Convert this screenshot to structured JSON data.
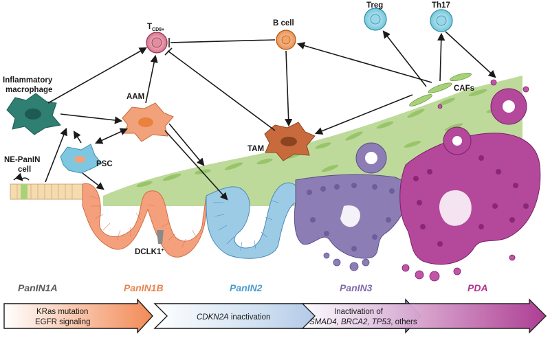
{
  "labels": {
    "tcd8_main": "T",
    "tcd8_sub": "CD8+",
    "b_cell": "B cell",
    "treg": "Treg",
    "th17": "Th17",
    "inflammatory_line1": "Inflammatory",
    "inflammatory_line2": "macrophage",
    "aam": "AAM",
    "tam": "TAM",
    "cafs": "CAFs",
    "psc": "PSC",
    "ne_panin_line1": "NE-PanIN",
    "ne_panin_line2": "cell",
    "dclk1": "DCLK1",
    "dclk1_sup": "+"
  },
  "stages": [
    {
      "name": "PanIN1A",
      "color": "#5a5a5a"
    },
    {
      "name": "PanIN1B",
      "color": "#e8834f"
    },
    {
      "name": "PanIN2",
      "color": "#4a9bcf"
    },
    {
      "name": "PanIN3",
      "color": "#7f6aa8"
    },
    {
      "name": "PDA",
      "color": "#b0338e"
    }
  ],
  "progression": {
    "box1_line1": "KRas mutation",
    "box1_line2": "EGFR signaling",
    "box2": "CDKN2A inactivation",
    "box2_italic": "CDKN2A",
    "box2_rest": " inactivation",
    "box3_line1": "Inactivation of",
    "box3_line2_genes": "SMAD4, BRCA2, TP53",
    "box3_line2_rest": ", others"
  },
  "colors": {
    "tcd8": "#d0607a",
    "b_cell": "#e8823e",
    "treg": "#5fbfd6",
    "th17": "#5fbfd6",
    "inflammatory": "#2f7f73",
    "aam": "#f2a27a",
    "tam": "#c96a3d",
    "psc": "#7fc6e0",
    "stroma": "#b7d68f",
    "panin1a": "#f2b48e",
    "panin2": "#9ccbe6",
    "panin3": "#8d7db5",
    "pda": "#b4489b"
  }
}
